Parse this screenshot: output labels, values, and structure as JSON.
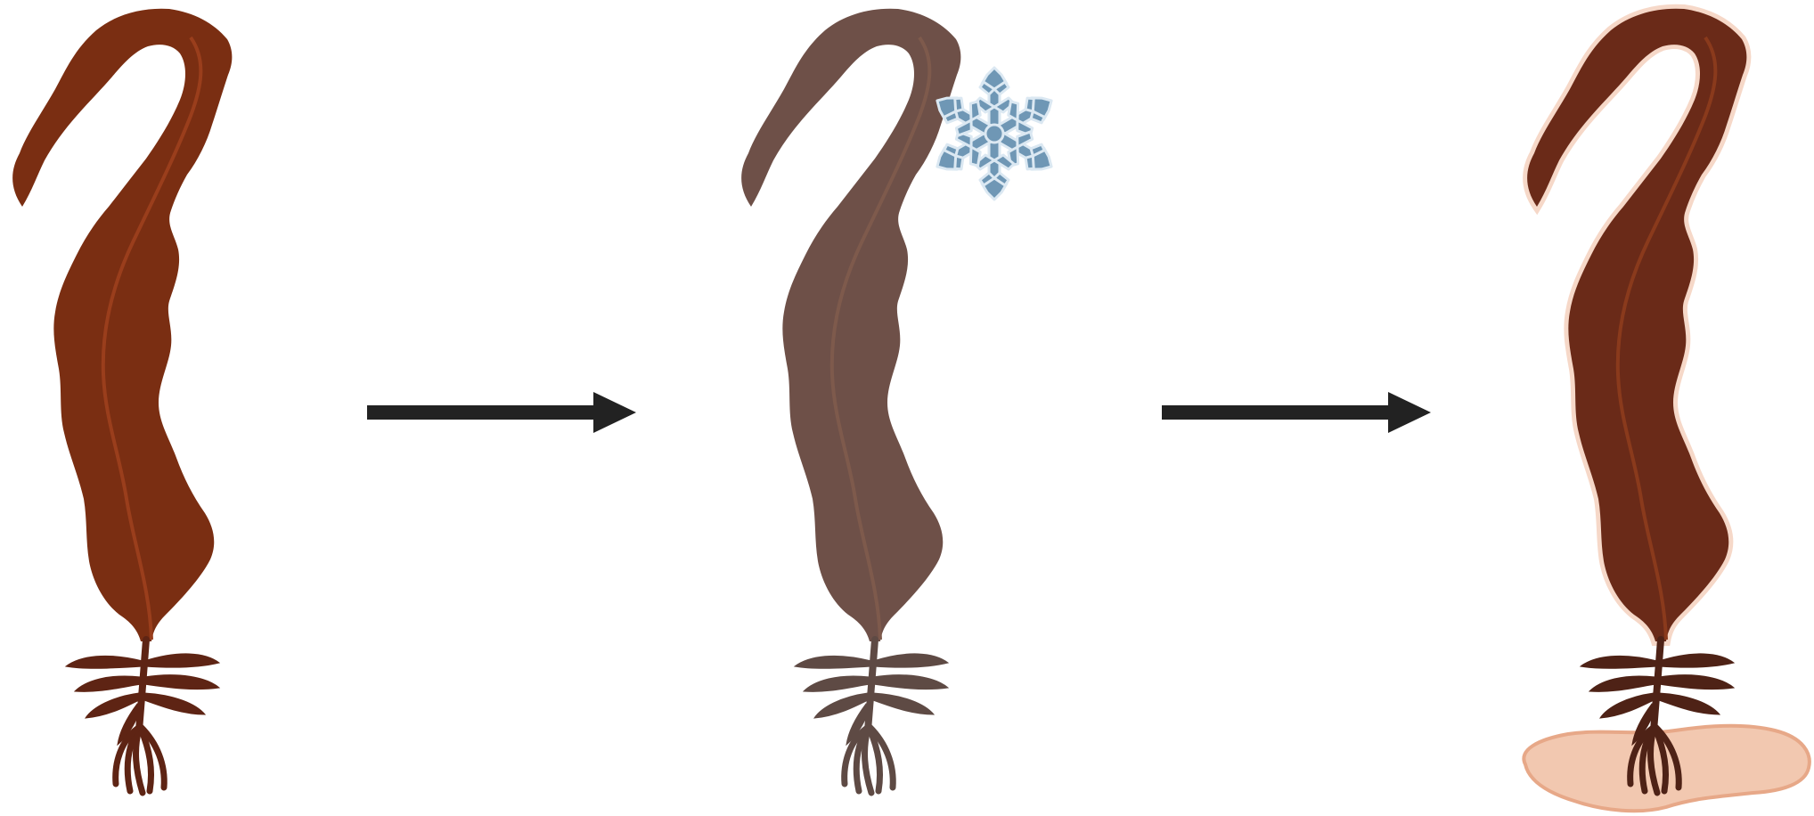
{
  "diagram": {
    "kind": "process-sequence",
    "stages": [
      {
        "id": "fresh",
        "icon": "kelp-icon",
        "state": "fresh",
        "color": "#7a2e12"
      },
      {
        "id": "frozen",
        "icon": "kelp-icon",
        "state": "frozen",
        "overlay_icon": "snowflake-icon",
        "color": "#6e5048"
      },
      {
        "id": "thawed",
        "icon": "kelp-icon",
        "state": "thawed",
        "overlay_icon": "puddle-icon",
        "color": "#6a2a18"
      }
    ],
    "connectors": [
      {
        "from": "fresh",
        "to": "frozen",
        "icon": "arrow-right-icon"
      },
      {
        "from": "frozen",
        "to": "thawed",
        "icon": "arrow-right-icon"
      }
    ]
  },
  "colors": {
    "arrow": "#222222",
    "kelp_fresh": "#7a2e12",
    "kelp_fresh_rib": "#9a3e1c",
    "kelp_frozen": "#6e5048",
    "kelp_frozen_rib": "#7e5a4c",
    "kelp_thawed": "#6a2a18",
    "kelp_thawed_rib": "#8a3a1c",
    "holdfast_fresh": "#5e2414",
    "holdfast_frozen": "#5e4a44",
    "holdfast_thawed": "#4e2216",
    "snowflake_fill": "#6f97b5",
    "snowflake_stroke": "#dbe8f2",
    "puddle": "#f2c8b0",
    "puddle_edge": "#e7a888"
  }
}
